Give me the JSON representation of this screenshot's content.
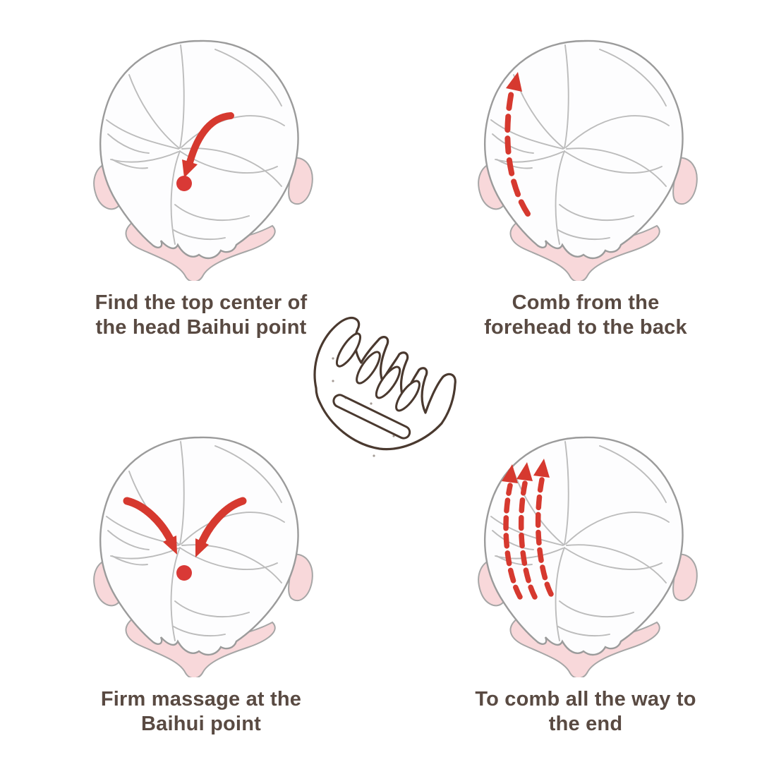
{
  "colors": {
    "background": "#ffffff",
    "arrow_red": "#d6392f",
    "point_red": "#d93936",
    "skin_pink": "#f8d8da",
    "outline_gray": "#9b9b9b",
    "hairline_gray": "#bcbcbc",
    "comb_outline": "#4a392f",
    "caption_text": "#594a42"
  },
  "figures": [
    {
      "name": "find-baihui-point",
      "caption_line1": "Find the top center of",
      "caption_line2": "the head Baihui point",
      "annotation_icon": "curved-arrow-to-dot-icon",
      "marker_icon": "baihui-point-dot"
    },
    {
      "name": "comb-forehead-to-back",
      "caption_line1": "Comb from the",
      "caption_line2": "forehead to the back",
      "annotation_icon": "dashed-up-arrow-icon"
    },
    {
      "name": "firm-massage-baihui",
      "caption_line1": "Firm massage at the",
      "caption_line2": "Baihui point",
      "annotation_icon": "converging-arrows-to-dot-icon",
      "marker_icon": "baihui-point-dot"
    },
    {
      "name": "comb-to-the-end",
      "caption_line1": "To comb all the way to",
      "caption_line2": "the end",
      "annotation_icon": "triple-dashed-up-arrows-icon"
    }
  ],
  "center_icon": "scalp-massage-comb-icon"
}
